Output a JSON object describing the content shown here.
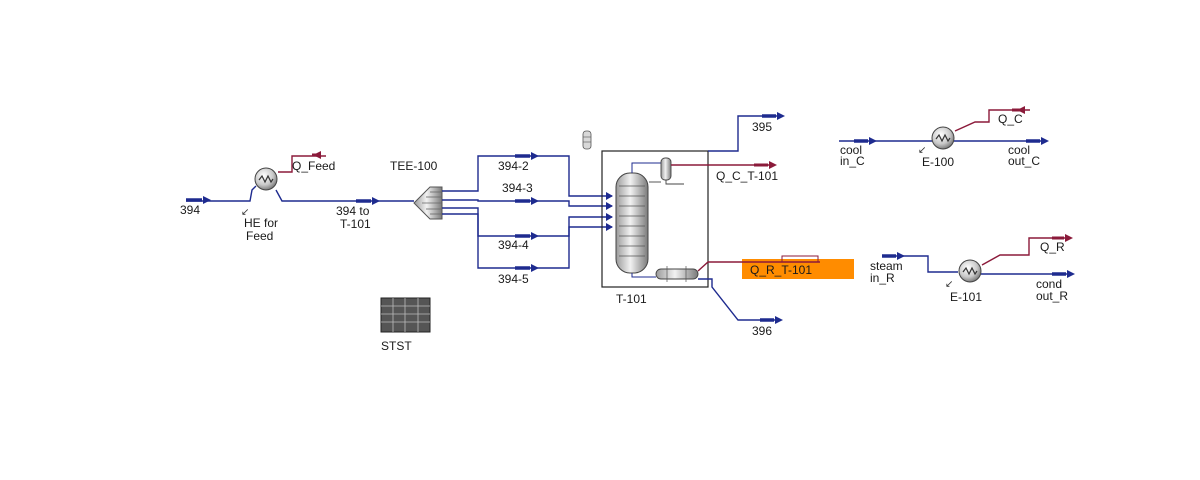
{
  "streams": {
    "s394": "394",
    "s394_to_line1": "394 to",
    "s394_to_line2": "T-101",
    "s394_2": "394-2",
    "s394_3": "394-3",
    "s394_4": "394-4",
    "s394_5": "394-5",
    "s395": "395",
    "s396": "396",
    "q_feed": "Q_Feed",
    "q_c_t101": "Q_C_T-101",
    "q_r_t101": "Q_R_T-101",
    "q_c": "Q_C",
    "q_r": "Q_R",
    "cool_in_line1": "cool",
    "cool_in_line2": "in_C",
    "cool_out_line1": "cool",
    "cool_out_line2": "out_C",
    "steam_in_line1": "steam",
    "steam_in_line2": "in_R",
    "cond_out_line1": "cond",
    "cond_out_line2": "out_R"
  },
  "units": {
    "he_feed_line1": "HE for",
    "he_feed_line2": "Feed",
    "tee": "TEE-100",
    "column": "T-101",
    "e100": "E-100",
    "e101": "E-101",
    "stst": "STST"
  },
  "colors": {
    "material_stream": "#1e2b8f",
    "energy_stream": "#8b1a3a",
    "highlight": "#ff8c00"
  }
}
